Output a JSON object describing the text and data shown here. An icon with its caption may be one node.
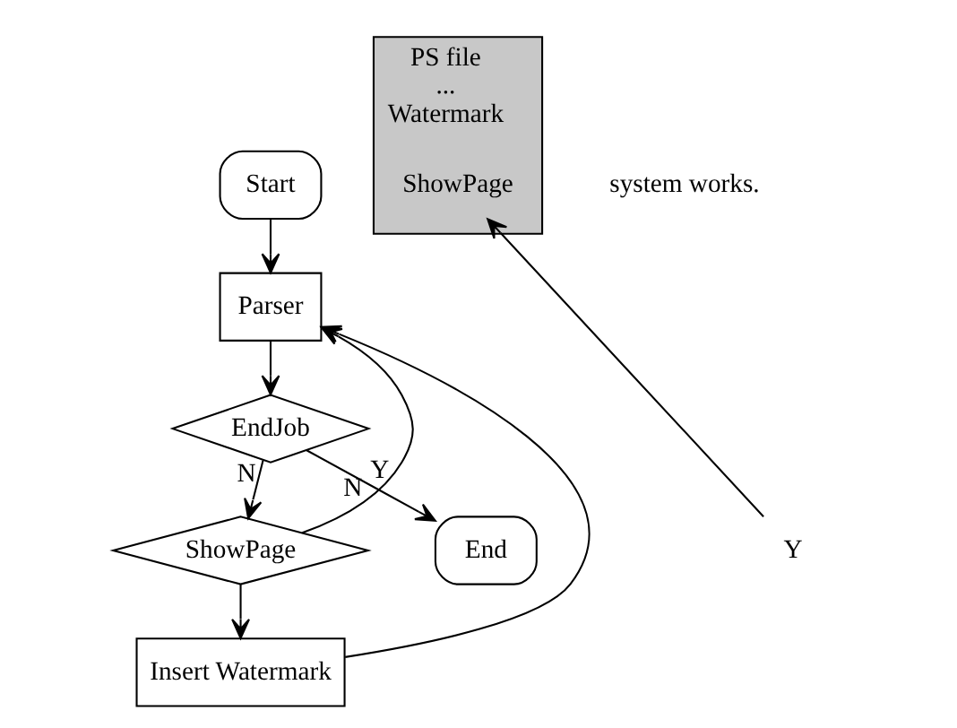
{
  "diagram": {
    "nodes": [
      {
        "text": [
          "Start"
        ]
      },
      {
        "text": [
          "Parser"
        ]
      },
      {
        "text": [
          "EndJob"
        ]
      },
      {
        "text": [
          "ShowPage"
        ]
      },
      {
        "text": [
          "Insert Watermark"
        ]
      },
      {
        "text": [
          "End"
        ]
      },
      {
        "text": [
          "PS file",
          "...",
          "Watermark"
        ]
      },
      {
        "text": [
          "ShowPage"
        ],
        "in": 6
      },
      {
        "text": [
          "Y"
        ]
      }
    ],
    "edges": [
      {
        "from": 0,
        "to": 1,
        "arrow": "to"
      },
      {
        "from": 1,
        "to": 2,
        "arrow": "to"
      },
      {
        "from": 2,
        "to": 3,
        "arrow": "to",
        "label": "N"
      },
      {
        "from": 2,
        "to": 5,
        "arrow": "to",
        "label": "Y"
      },
      {
        "from": 3,
        "to": 1,
        "arrow": "to",
        "label": "N"
      },
      {
        "from": 3,
        "to": 4,
        "arrow": "to"
      },
      {
        "from": 4,
        "to": 1,
        "arrow": "to"
      },
      {
        "from": 8,
        "to": 7,
        "arrow": "to"
      }
    ],
    "labels": [
      "system works."
    ]
  }
}
